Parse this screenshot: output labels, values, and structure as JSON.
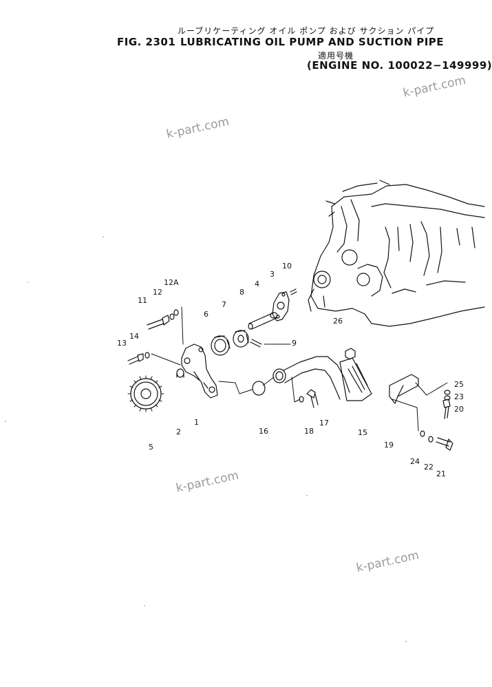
{
  "header": {
    "title_jp": "ルーブリケーティング オイル ポンプ および サクション パイプ",
    "fig_label": "FIG. 2301",
    "title_en": "LUBRICATING OIL PUMP AND SUCTION PIPE",
    "applicability_jp": "適用号機",
    "serial_range": "(ENGINE NO. 100022−149999)"
  },
  "watermark": "k-part.com",
  "part_numbers": [
    "1",
    "2",
    "3",
    "4",
    "5",
    "6",
    "7",
    "8",
    "9",
    "10",
    "11",
    "12",
    "12A",
    "13",
    "14",
    "15",
    "16",
    "17",
    "18",
    "19",
    "20",
    "21",
    "22",
    "23",
    "24",
    "25",
    "26"
  ]
}
